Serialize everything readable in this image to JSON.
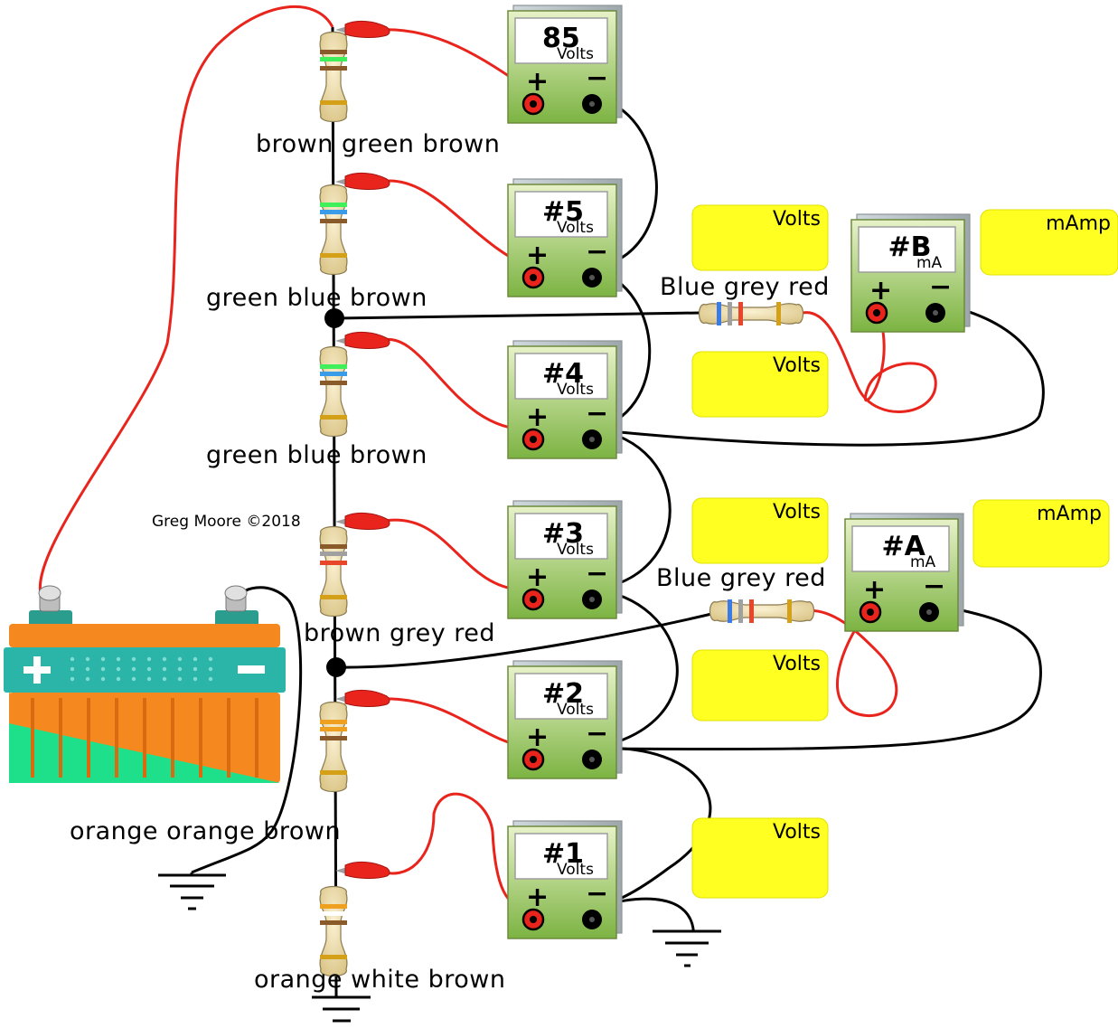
{
  "credit": "Greg Moore ©2018",
  "colors": {
    "red_wire": "#e8241c",
    "black_wire": "#000000",
    "resistor_body": "#e9d9a8",
    "meter_green": "#8cc152",
    "answer_box": "#ffff22",
    "battery_orange": "#f5891f",
    "battery_teal": "#2bb5a8",
    "battery_green": "#1ee08a"
  },
  "series_resistors": [
    {
      "label": "brown green brown",
      "bands": [
        "#8b5a2b",
        "#3ff05a",
        "#8b5a2b"
      ]
    },
    {
      "label": "green blue brown",
      "bands": [
        "#3ff05a",
        "#3a9be8",
        "#8b5a2b"
      ]
    },
    {
      "label": "green blue brown",
      "bands": [
        "#3ff05a",
        "#3a9be8",
        "#8b5a2b"
      ]
    },
    {
      "label": "brown grey red",
      "bands": [
        "#8b5a2b",
        "#a0a0a0",
        "#e8462a"
      ]
    },
    {
      "label": "orange orange brown",
      "bands": [
        "#f0a020",
        "#f0a020",
        "#8b5a2b"
      ]
    },
    {
      "label": "orange white brown",
      "bands": [
        "#f0a020",
        "#ffffff",
        "#8b5a2b"
      ]
    }
  ],
  "branch_resistors": [
    {
      "label": "Blue grey red",
      "bands": [
        "#3a7be8",
        "#a0a0a0",
        "#e8462a"
      ]
    },
    {
      "label": "Blue grey red",
      "bands": [
        "#3a7be8",
        "#a0a0a0",
        "#e8462a"
      ]
    }
  ],
  "voltmeters": [
    {
      "id": "85",
      "unit": "Volts"
    },
    {
      "id": "#5",
      "unit": "Volts"
    },
    {
      "id": "#4",
      "unit": "Volts"
    },
    {
      "id": "#3",
      "unit": "Volts"
    },
    {
      "id": "#2",
      "unit": "Volts"
    },
    {
      "id": "#1",
      "unit": "Volts"
    }
  ],
  "ammeters": [
    {
      "id": "#B",
      "unit": "mA"
    },
    {
      "id": "#A",
      "unit": "mA"
    }
  ],
  "answer_boxes": [
    {
      "unit": "Volts"
    },
    {
      "unit": "Volts"
    },
    {
      "unit": "Volts"
    },
    {
      "unit": "Volts"
    },
    {
      "unit": "Volts"
    },
    {
      "unit": "mAmp"
    },
    {
      "unit": "mAmp"
    }
  ],
  "terminal_symbols": {
    "plus": "+",
    "minus": "−"
  }
}
